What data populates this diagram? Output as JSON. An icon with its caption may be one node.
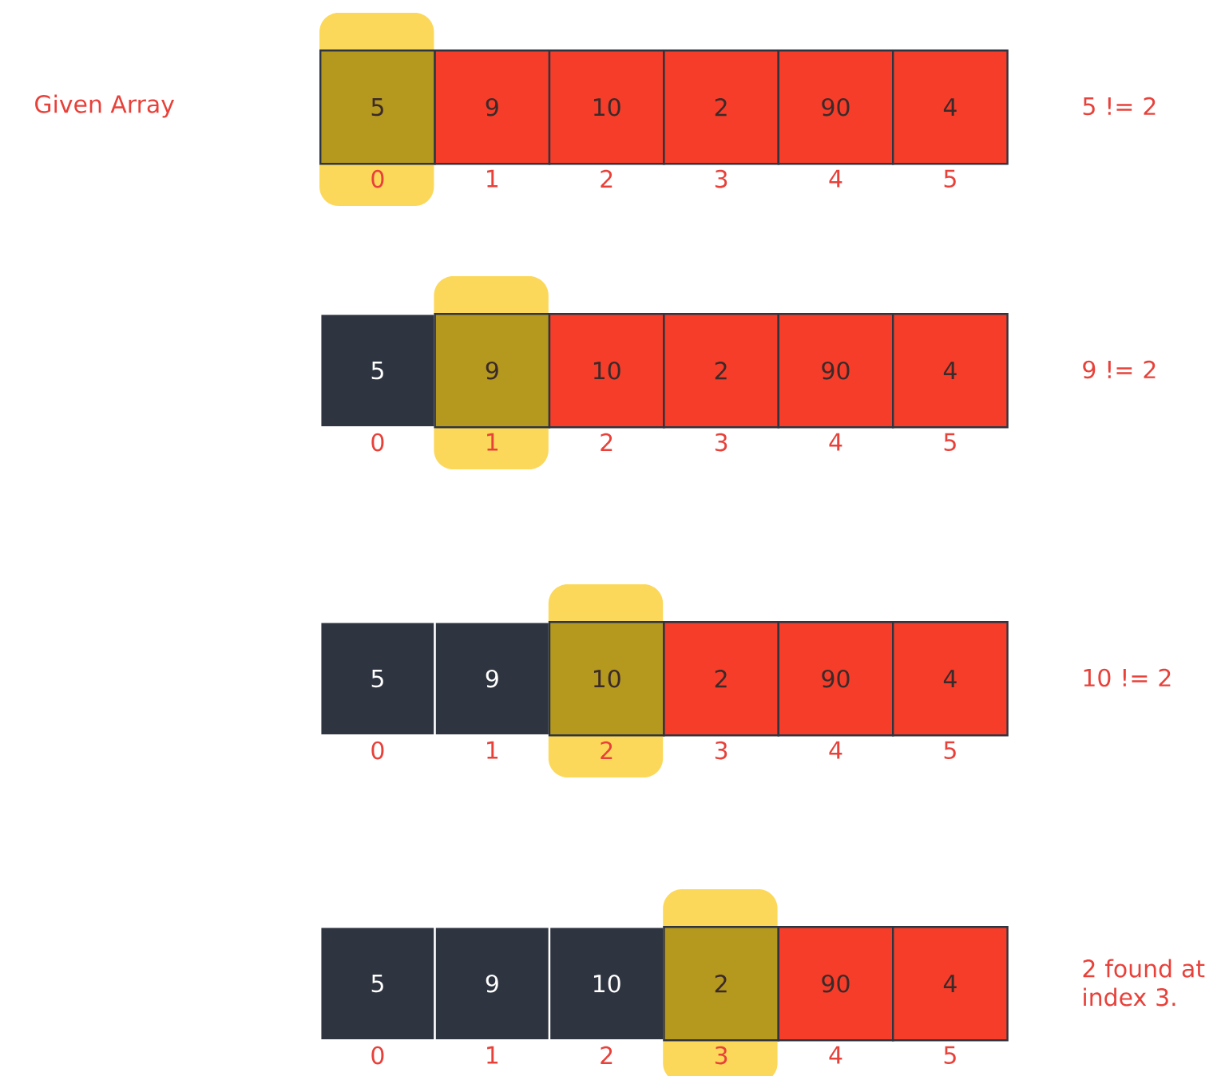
{
  "diagram": {
    "nodes": [
      {
        "text": [
          "5"
        ],
        "beside": [
          "0"
        ]
      },
      {
        "text": [
          "9"
        ],
        "beside": [
          "1"
        ]
      },
      {
        "text": [
          "10"
        ],
        "beside": [
          "2"
        ]
      },
      {
        "text": [
          "2"
        ],
        "beside": [
          "3"
        ]
      },
      {
        "text": [
          "90"
        ],
        "beside": [
          "4"
        ]
      },
      {
        "text": [
          "4"
        ],
        "beside": [
          "5"
        ]
      },
      {
        "text": [
          "5"
        ],
        "beside": [
          "0"
        ]
      },
      {
        "text": [
          "9"
        ],
        "beside": [
          "1"
        ]
      },
      {
        "text": [
          "10"
        ],
        "beside": [
          "2"
        ]
      },
      {
        "text": [
          "2"
        ],
        "beside": [
          "3"
        ]
      },
      {
        "text": [
          "90"
        ],
        "beside": [
          "4"
        ]
      },
      {
        "text": [
          "4"
        ],
        "beside": [
          "5"
        ]
      },
      {
        "text": [
          "5"
        ],
        "beside": [
          "0"
        ]
      },
      {
        "text": [
          "9"
        ],
        "beside": [
          "1"
        ]
      },
      {
        "text": [
          "10"
        ],
        "beside": [
          "2"
        ]
      },
      {
        "text": [
          "2"
        ],
        "beside": [
          "3"
        ]
      },
      {
        "text": [
          "90"
        ],
        "beside": [
          "4"
        ]
      },
      {
        "text": [
          "4"
        ],
        "beside": [
          "5"
        ]
      },
      {
        "text": [
          "5"
        ],
        "beside": [
          "0"
        ]
      },
      {
        "text": [
          "9"
        ],
        "beside": [
          "1"
        ]
      },
      {
        "text": [
          "10"
        ],
        "beside": [
          "2"
        ]
      },
      {
        "text": [
          "2"
        ],
        "beside": [
          "3"
        ]
      },
      {
        "text": [
          "90"
        ],
        "beside": [
          "4"
        ]
      },
      {
        "text": [
          "4"
        ],
        "beside": [
          "5"
        ]
      }
    ],
    "labels": [
      "Given Array",
      "5 != 2",
      "9 != 2",
      "10 != 2",
      "2 found at index 3."
    ]
  }
}
